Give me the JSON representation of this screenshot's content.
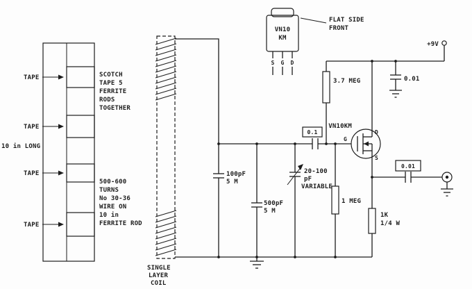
{
  "colors": {
    "ink": "#1c1c1c",
    "paper": "#fdfdfd"
  },
  "antenna": {
    "tape": "TAPE",
    "length": "10 in LONG",
    "note_top": [
      "SCOTCH",
      "TAPE 5",
      "FERRITE",
      "RODS",
      "TOGETHER"
    ],
    "note_bottom": [
      "500-600",
      "TURNS",
      "No 30-36",
      "WIRE ON",
      "10 in",
      "FERRITE ROD"
    ]
  },
  "coil": {
    "label": [
      "SINGLE",
      "LAYER",
      "COIL"
    ]
  },
  "package": {
    "name": [
      "VN10",
      "KM"
    ],
    "pins": [
      "S",
      "G",
      "D"
    ],
    "note": [
      "FLAT SIDE",
      "FRONT"
    ]
  },
  "circuit": {
    "supply": "+9V",
    "r_bias": "3.7 MEG",
    "c_bypass": "0.01",
    "q_label": "VN10KM",
    "pin_g": "G",
    "pin_d": "D",
    "pin_s": "S",
    "c1": [
      "100pF",
      "5 M"
    ],
    "c2": [
      "500pF",
      "5 M"
    ],
    "c_var": [
      "20-100",
      "pF",
      "VARIABLE"
    ],
    "c_couple": "0.1",
    "r_gate": "1 MEG",
    "r_source": [
      "1K",
      "1/4 W"
    ],
    "c_out": "0.01"
  }
}
